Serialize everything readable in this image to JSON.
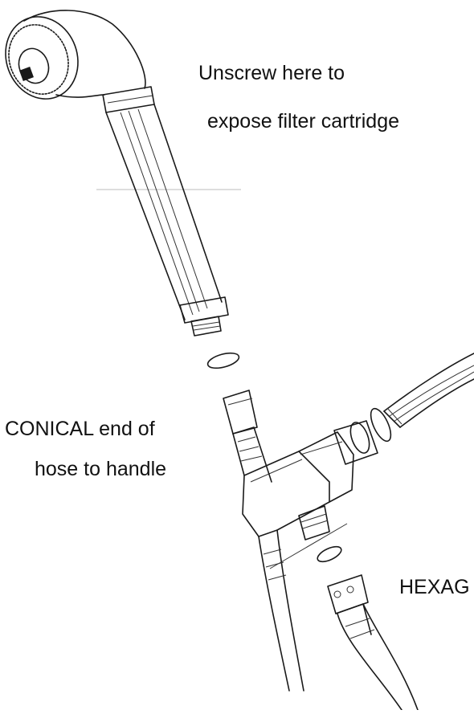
{
  "labels": {
    "unscrew_line1": "Unscrew here to",
    "unscrew_line2": "expose filter cartridge",
    "conical_line1": "CONICAL end of",
    "conical_line2": "hose to handle",
    "hexagonal_partial": "HEXAG"
  },
  "colors": {
    "ink": "#1a1a1a",
    "background": "#ffffff"
  }
}
